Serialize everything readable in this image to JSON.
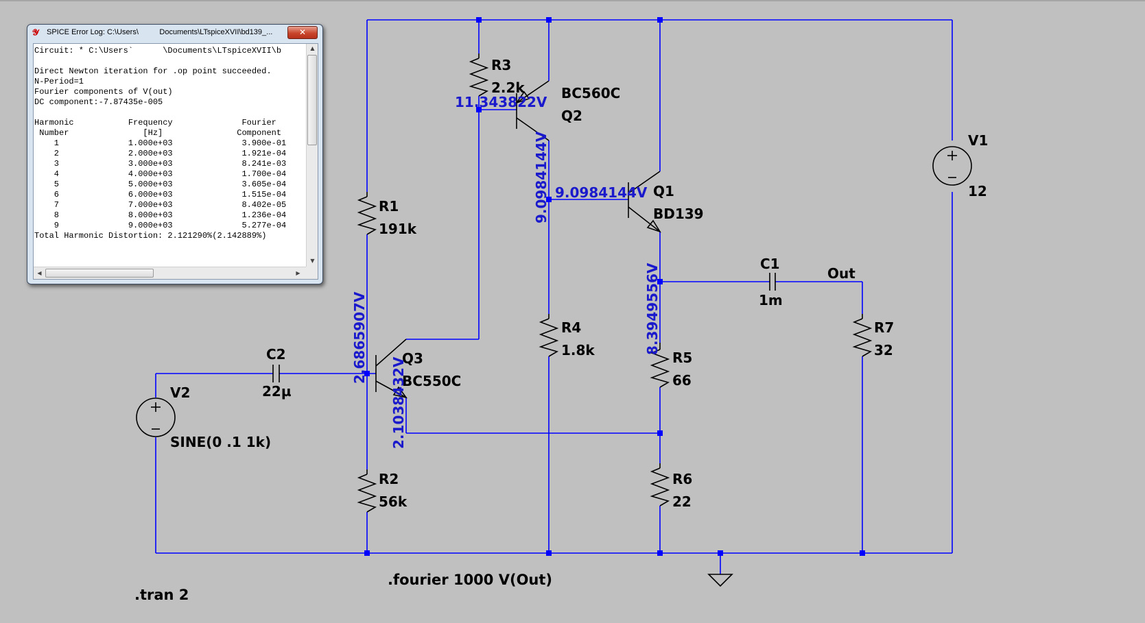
{
  "colors": {
    "wire": "#0000ff",
    "background": "#c0c0c0",
    "voltage_label": "#1a1acc",
    "component": "#000000"
  },
  "components": {
    "R1": {
      "name": "R1",
      "value": "191k"
    },
    "R2": {
      "name": "R2",
      "value": "56k"
    },
    "R3": {
      "name": "R3",
      "value": "2.2k"
    },
    "R4": {
      "name": "R4",
      "value": "1.8k"
    },
    "R5": {
      "name": "R5",
      "value": "66"
    },
    "R6": {
      "name": "R6",
      "value": "22"
    },
    "R7": {
      "name": "R7",
      "value": "32"
    },
    "C1": {
      "name": "C1",
      "value": "1m"
    },
    "C2": {
      "name": "C2",
      "value": "22µ"
    },
    "Q1": {
      "name": "Q1",
      "value": "BD139"
    },
    "Q2": {
      "name": "Q2",
      "value": "BC560C"
    },
    "Q3": {
      "name": "Q3",
      "value": "BC550C"
    },
    "V1": {
      "name": "V1",
      "value": "12"
    },
    "V2": {
      "name": "V2",
      "value": "SINE(0 .1 1k)"
    }
  },
  "net_labels": {
    "out": "Out"
  },
  "voltages": {
    "q2_base": "11.343822V",
    "q1_base_h": "9.0984144V",
    "q1_base_v": "9.0984144V",
    "q1_emitter": "8.3949556V",
    "q3_base": "2.6865907V",
    "q3_emitter": "2.1038432V"
  },
  "directives": {
    "fourier": ".fourier 1000 V(Out)",
    "tran": ".tran 2"
  },
  "spice_log": {
    "title": "SPICE Error Log: C:\\Users\\          Documents\\LTspiceXVII\\bd139_...",
    "close_label": "✕",
    "lines": [
      "Circuit: * C:\\Users`      \\Documents\\LTspiceXVII\\b",
      "",
      "Direct Newton iteration for .op point succeeded.",
      "N-Period=1",
      "Fourier components of V(out)",
      "DC component:-7.87435e-005",
      "",
      "Harmonic           Frequency              Fourier",
      " Number               [Hz]               Component",
      "    1              1.000e+03              3.900e-01",
      "    2              2.000e+03              1.921e-04",
      "    3              3.000e+03              8.241e-03",
      "    4              4.000e+03              1.700e-04",
      "    5              5.000e+03              3.605e-04",
      "    6              6.000e+03              1.515e-04",
      "    7              7.000e+03              8.402e-05",
      "    8              8.000e+03              1.236e-04",
      "    9              9.000e+03              5.277e-04",
      "Total Harmonic Distortion: 2.121290%(2.142889%)"
    ]
  }
}
